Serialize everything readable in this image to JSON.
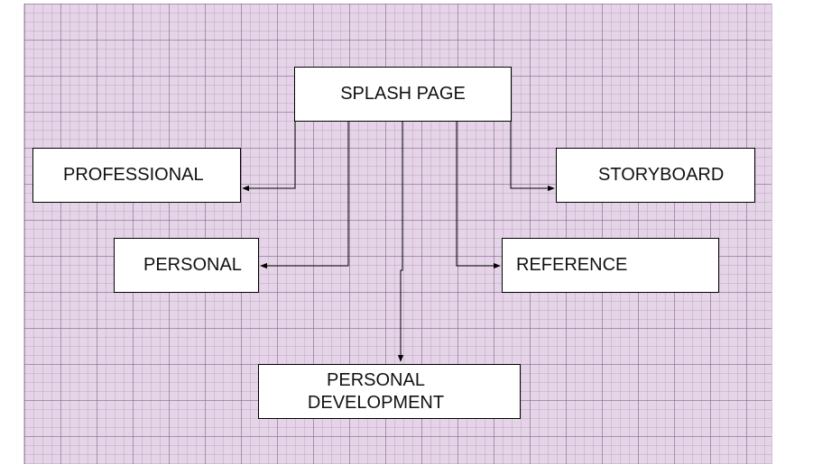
{
  "diagram": {
    "nodes": {
      "splash": "SPLASH PAGE",
      "professional": "PROFESSIONAL",
      "storyboard": "STORYBOARD",
      "personal": "PERSONAL",
      "reference": "REFERENCE",
      "personal_development": "PERSONAL\nDEVELOPMENT"
    },
    "edges": [
      {
        "from": "splash",
        "to": "professional"
      },
      {
        "from": "splash",
        "to": "personal"
      },
      {
        "from": "splash",
        "to": "personal_development"
      },
      {
        "from": "splash",
        "to": "reference"
      },
      {
        "from": "splash",
        "to": "storyboard"
      }
    ],
    "colors": {
      "grid_background": "#e5d4e7",
      "node_fill": "#ffffff",
      "stroke": "#000000"
    }
  }
}
